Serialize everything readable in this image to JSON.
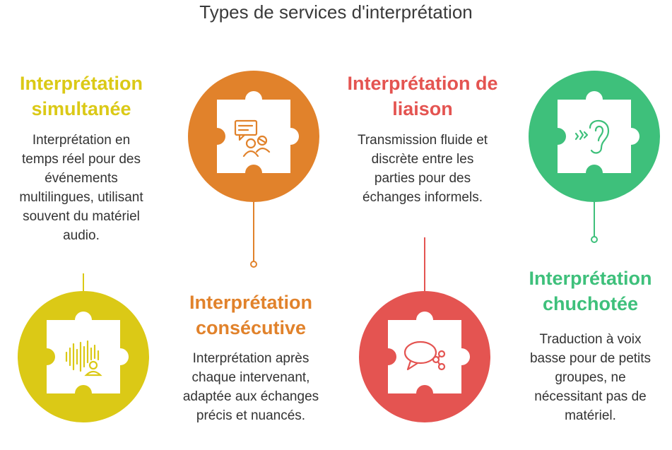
{
  "title": "Types de services d'interprétation",
  "colors": {
    "yellow": "#dbc916",
    "orange": "#e1822b",
    "red": "#e45451",
    "green": "#3ec07b"
  },
  "services": [
    {
      "title_line1": "Interprétation",
      "title_line2": "simultanée",
      "desc": [
        "Interprétation en",
        "temps réel pour des",
        "événements",
        "multilingues, utilisant",
        "souvent du matériel",
        "audio."
      ],
      "icon": "audio-wave-person-icon"
    },
    {
      "title_line1": "Interprétation",
      "title_line2": "consécutive",
      "desc": [
        "Interprétation après",
        "chaque intervenant,",
        "adaptée aux échanges",
        "précis et nuancés."
      ],
      "icon": "speech-bubble-people-icon"
    },
    {
      "title_line1": "Interprétation de",
      "title_line2": "liaison",
      "desc": [
        "Transmission fluide et",
        "discrète entre les",
        "parties pour des",
        "échanges informels."
      ],
      "icon": "chat-share-icon"
    },
    {
      "title_line1": "Interprétation",
      "title_line2": "chuchotée",
      "desc": [
        "Traduction à voix",
        "basse pour de petits",
        "groupes, ne",
        "nécessitant pas de",
        "matériel."
      ],
      "icon": "ear-sound-icon"
    }
  ]
}
